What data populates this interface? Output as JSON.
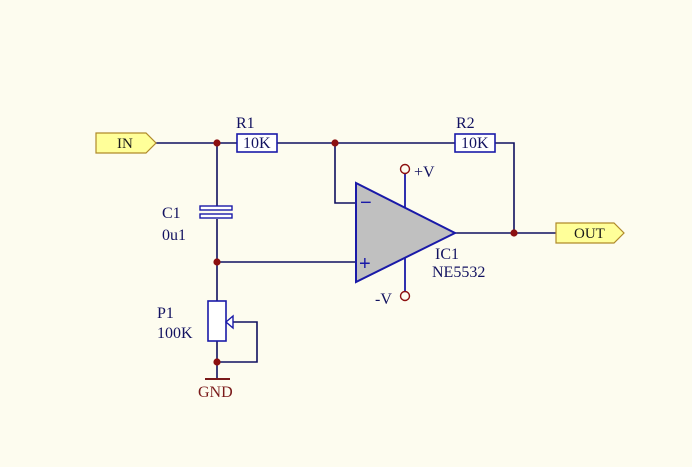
{
  "ports": {
    "input": "IN",
    "output": "OUT"
  },
  "r1": {
    "ref": "R1",
    "value": "10K"
  },
  "r2": {
    "ref": "R2",
    "value": "10K"
  },
  "c1": {
    "ref": "C1",
    "value": "0u1"
  },
  "p1": {
    "ref": "P1",
    "value": "100K"
  },
  "ic1": {
    "ref": "IC1",
    "part": "NE5532",
    "inv_sign": "−",
    "noninv_sign": "+"
  },
  "power": {
    "positive": "+V",
    "negative": "-V",
    "ground": "GND"
  },
  "colors": {
    "background": "#fdfcef",
    "wire": "#101060",
    "component": "#1a1aa8",
    "junction": "#8c1010",
    "port_fill": "#ffff99",
    "opamp_fill": "#c0c0c0",
    "ground": "#7a1a1a"
  }
}
